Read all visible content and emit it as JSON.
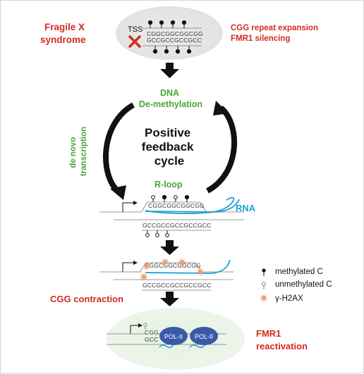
{
  "labels": {
    "fragile_x": [
      "Fragile X",
      "syndrome"
    ],
    "tss": "TSS",
    "top_right": [
      "CGG repeat expansion",
      "FMR1 silencing"
    ],
    "dna_demethylation": [
      "DNA",
      "De-methylation"
    ],
    "de_novo": [
      "de novo",
      "transcription"
    ],
    "cycle": [
      "Positive",
      "feedback",
      "cycle"
    ],
    "r_loop": "R-loop",
    "rna": "RNA",
    "cgg_contraction": "CGG contraction",
    "fmr1_reactivation": [
      "FMR1",
      "reactivation"
    ],
    "pol1": "POL-II",
    "pol2": "POL-II"
  },
  "sequences": {
    "top_upper": "CGGCGGCGGCGG",
    "top_lower": "GCCGCCGCCGCC",
    "mid_upper": "CGGCGGCGGCGG",
    "mid_lower": "GCCGCCGCCGCCGCC",
    "lower_upper": "CGGCGGCGGCGG",
    "lower_lower": "GCCGCCGCCGCCGCC",
    "bottom_upper": "CGG",
    "bottom_lower": "GCC"
  },
  "legend": {
    "items": [
      {
        "label": "methylated C",
        "icon": "methylated-c-icon"
      },
      {
        "label": "unmethylated C",
        "icon": "unmethylated-c-icon"
      },
      {
        "label": "γ-H2AX",
        "icon": "gamma-h2ax-icon"
      }
    ]
  },
  "colors": {
    "red": "#d42a1f",
    "green": "#4aa63a",
    "blue": "#1ea0d8",
    "pol": "#3a5aa8",
    "gamma": "#f0a070"
  }
}
